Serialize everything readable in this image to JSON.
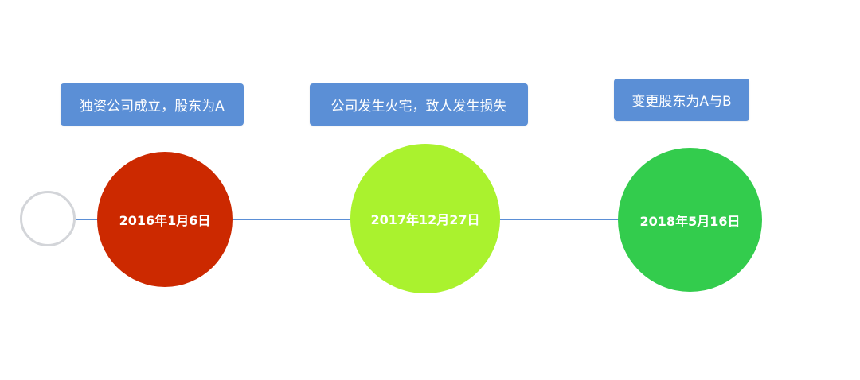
{
  "timeline": {
    "line_color": "#5b8fd6",
    "start_marker_color": "#d3d5d9",
    "events": [
      {
        "date": "2016年1月6日",
        "description": "独资公司成立，股东为A",
        "color": "#cc2900"
      },
      {
        "date": "2017年12月27日",
        "description": "公司发生火宅，致人发生损失",
        "color": "#aaf22e"
      },
      {
        "date": "2018年5月16日",
        "description": "变更股东为A与B",
        "color": "#33cc4d"
      }
    ]
  }
}
